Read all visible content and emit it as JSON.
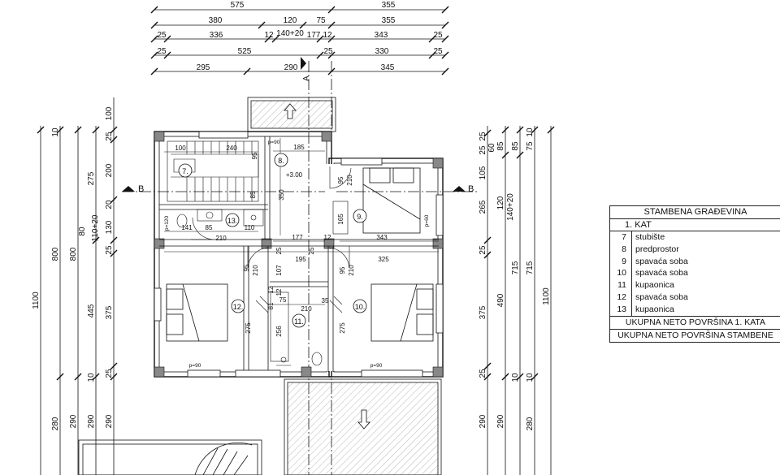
{
  "top_dimensions": {
    "row1": [
      "575",
      "355"
    ],
    "row2": [
      "380",
      "120",
      "75",
      "355"
    ],
    "row2_extra": "140+20",
    "row3": [
      "25",
      "336",
      "12",
      "177",
      "12",
      "343",
      "25"
    ],
    "row4": [
      "25",
      "525",
      "25",
      "330",
      "25"
    ],
    "row5": [
      "295",
      "290",
      "345"
    ]
  },
  "left_dimensions": {
    "col_a": [
      "1100"
    ],
    "col_b": [
      "800",
      "280"
    ],
    "col_c": [
      "800",
      "290"
    ],
    "col_d": [
      "445",
      "10",
      "290"
    ],
    "col_e": [
      "10",
      "275",
      "80",
      "110+20",
      "290"
    ],
    "col_f": [
      "25",
      "200",
      "20",
      "130",
      "25",
      "375",
      "25",
      "290"
    ],
    "col_g": [
      "100"
    ]
  },
  "right_dimensions": {
    "col_a": [
      "25",
      "105",
      "265",
      "25",
      "375",
      "25",
      "290"
    ],
    "col_b": [
      "60",
      "85",
      "120",
      "140+20",
      "490",
      "290"
    ],
    "col_c": [
      "85",
      "715",
      "10"
    ],
    "col_d": [
      "10",
      "75",
      "715",
      "280"
    ],
    "col_e": [
      "1100"
    ],
    "top_small": [
      "25",
      "10"
    ]
  },
  "section_labels": {
    "b_left": "B",
    "b_right": "B",
    "a_top": "A"
  },
  "rooms": [
    {
      "num": "7.",
      "label": "7"
    },
    {
      "num": "8.",
      "label": "8"
    },
    {
      "num": "9.",
      "label": "9"
    },
    {
      "num": "10.",
      "label": "10"
    },
    {
      "num": "11.",
      "label": "11"
    },
    {
      "num": "12.",
      "label": "12"
    },
    {
      "num": "13.",
      "label": "13"
    }
  ],
  "interior_dimensions": {
    "stair_100": "100",
    "stair_240": "240",
    "stair_95": "95",
    "d185": "185",
    "elev": "+3.00",
    "d350": "350",
    "d95a": "95",
    "d210a": "210",
    "d165": "165",
    "d141": "141",
    "d85": "85",
    "d110": "110",
    "d210b": "210",
    "d177": "177",
    "d12a": "12",
    "d343": "343",
    "d25a": "25",
    "d25b": "25",
    "d195": "195",
    "d325": "325",
    "d95b": "95",
    "d210c": "210",
    "d107": "107",
    "d95c": "95",
    "d210d": "210",
    "d12b": "12",
    "d75a": "75",
    "d210e": "210",
    "d35": "35",
    "d275a": "275",
    "d256": "256",
    "d275b": "275",
    "d81": "81",
    "d12c": "12",
    "d85b": "85",
    "p90a": "p=90",
    "p90b": "p=90",
    "p90c": "p=90",
    "p60": "p=60",
    "p120": "p=120"
  },
  "legend": {
    "title": "STAMBENA GRAĐEVINA",
    "floor": "1. KAT",
    "items": [
      {
        "num": "7",
        "name": "stubište"
      },
      {
        "num": "8",
        "name": "predprostor"
      },
      {
        "num": "9",
        "name": "spavaća soba"
      },
      {
        "num": "10",
        "name": "spavaća soba"
      },
      {
        "num": "11",
        "name": "kupaonica"
      },
      {
        "num": "12",
        "name": "spavaća soba"
      },
      {
        "num": "13",
        "name": "kupaonica"
      }
    ],
    "total_floor": "UKUPNA NETO POVRŠINA 1. KATA",
    "total_building": "UKUPNA NETO POVRŠINA STAMBENE"
  }
}
